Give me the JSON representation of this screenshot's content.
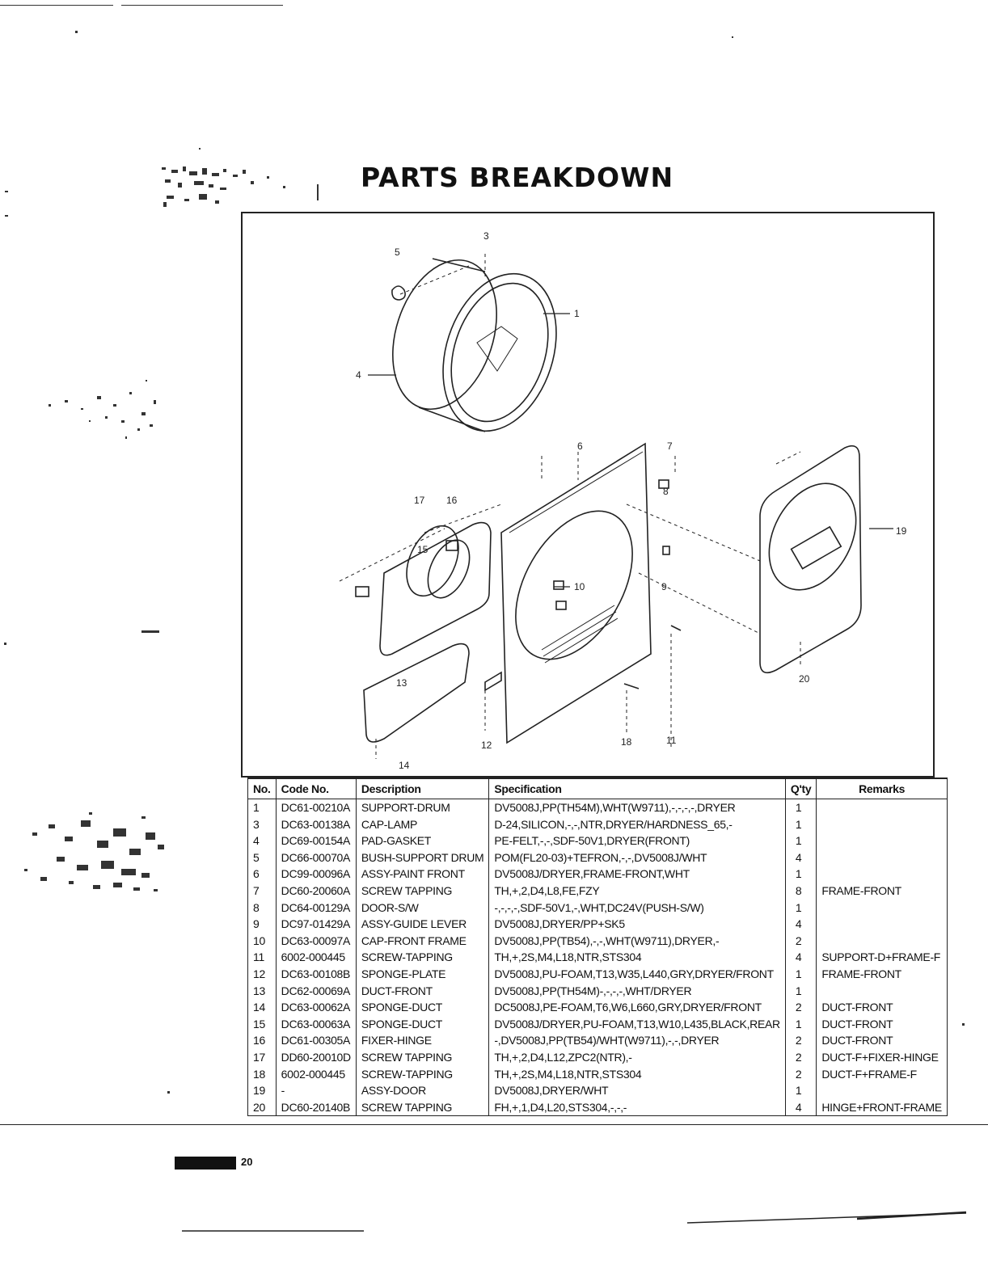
{
  "page": {
    "title": "PARTS BREAKDOWN",
    "page_number": "20"
  },
  "diagram": {
    "callouts": [
      "3",
      "5",
      "1",
      "4",
      "6",
      "7",
      "8",
      "17",
      "16",
      "15",
      "10",
      "9",
      "19",
      "13",
      "20",
      "12",
      "18",
      "11",
      "14"
    ]
  },
  "table": {
    "headers": {
      "no": "No.",
      "code": "Code No.",
      "description": "Description",
      "specification": "Specification",
      "qty": "Q'ty",
      "remarks": "Remarks"
    },
    "rows": [
      {
        "no": "1",
        "code": "DC61-00210A",
        "description": "SUPPORT-DRUM",
        "specification": "DV5008J,PP(TH54M),WHT(W9711),-,-,-,-,DRYER",
        "qty": "1",
        "remarks": ""
      },
      {
        "no": "3",
        "code": "DC63-00138A",
        "description": "CAP-LAMP",
        "specification": "D-24,SILICON,-,-,NTR,DRYER/HARDNESS_65,-",
        "qty": "1",
        "remarks": ""
      },
      {
        "no": "4",
        "code": "DC69-00154A",
        "description": "PAD-GASKET",
        "specification": "PE-FELT,-,-,SDF-50V1,DRYER(FRONT)",
        "qty": "1",
        "remarks": ""
      },
      {
        "no": "5",
        "code": "DC66-00070A",
        "description": "BUSH-SUPPORT DRUM",
        "specification": "POM(FL20-03)+TEFRON,-,-,DV5008J/WHT",
        "qty": "4",
        "remarks": ""
      },
      {
        "no": "6",
        "code": "DC99-00096A",
        "description": "ASSY-PAINT FRONT",
        "specification": "DV5008J/DRYER,FRAME-FRONT,WHT",
        "qty": "1",
        "remarks": ""
      },
      {
        "no": "7",
        "code": "DC60-20060A",
        "description": "SCREW TAPPING",
        "specification": "TH,+,2,D4,L8,FE,FZY",
        "qty": "8",
        "remarks": "FRAME-FRONT"
      },
      {
        "no": "8",
        "code": "DC64-00129A",
        "description": "DOOR-S/W",
        "specification": "-,-,-,-,SDF-50V1,-,WHT,DC24V(PUSH-S/W)",
        "qty": "1",
        "remarks": ""
      },
      {
        "no": "9",
        "code": "DC97-01429A",
        "description": "ASSY-GUIDE LEVER",
        "specification": "DV5008J,DRYER/PP+SK5",
        "qty": "4",
        "remarks": ""
      },
      {
        "no": "10",
        "code": "DC63-00097A",
        "description": "CAP-FRONT FRAME",
        "specification": "DV5008J,PP(TB54),-,-,WHT(W9711),DRYER,-",
        "qty": "2",
        "remarks": ""
      },
      {
        "no": "11",
        "code": "6002-000445",
        "description": "SCREW-TAPPING",
        "specification": "TH,+,2S,M4,L18,NTR,STS304",
        "qty": "4",
        "remarks": "SUPPORT-D+FRAME-F"
      },
      {
        "no": "12",
        "code": "DC63-00108B",
        "description": "SPONGE-PLATE",
        "specification": "DV5008J,PU-FOAM,T13,W35,L440,GRY,DRYER/FRONT",
        "qty": "1",
        "remarks": "FRAME-FRONT"
      },
      {
        "no": "13",
        "code": "DC62-00069A",
        "description": "DUCT-FRONT",
        "specification": "DV5008J,PP(TH54M)-,-,-,-,WHT/DRYER",
        "qty": "1",
        "remarks": ""
      },
      {
        "no": "14",
        "code": "DC63-00062A",
        "description": "SPONGE-DUCT",
        "specification": "DC5008J,PE-FOAM,T6,W6,L660,GRY,DRYER/FRONT",
        "qty": "2",
        "remarks": "DUCT-FRONT"
      },
      {
        "no": "15",
        "code": "DC63-00063A",
        "description": "SPONGE-DUCT",
        "specification": "DV5008J/DRYER,PU-FOAM,T13,W10,L435,BLACK,REAR",
        "qty": "1",
        "remarks": "DUCT-FRONT"
      },
      {
        "no": "16",
        "code": "DC61-00305A",
        "description": "FIXER-HINGE",
        "specification": "-,DV5008J,PP(TB54)/WHT(W9711),-,-,DRYER",
        "qty": "2",
        "remarks": "DUCT-FRONT"
      },
      {
        "no": "17",
        "code": "DD60-20010D",
        "description": "SCREW TAPPING",
        "specification": "TH,+,2,D4,L12,ZPC2(NTR),-",
        "qty": "2",
        "remarks": "DUCT-F+FIXER-HINGE"
      },
      {
        "no": "18",
        "code": "6002-000445",
        "description": "SCREW-TAPPING",
        "specification": "TH,+,2S,M4,L18,NTR,STS304",
        "qty": "2",
        "remarks": "DUCT-F+FRAME-F"
      },
      {
        "no": "19",
        "code": "-",
        "description": "ASSY-DOOR",
        "specification": "DV5008J,DRYER/WHT",
        "qty": "1",
        "remarks": ""
      },
      {
        "no": "20",
        "code": "DC60-20140B",
        "description": "SCREW TAPPING",
        "specification": "FH,+,1,D4,L20,STS304,-,-,-",
        "qty": "4",
        "remarks": "HINGE+FRONT-FRAME"
      }
    ]
  }
}
